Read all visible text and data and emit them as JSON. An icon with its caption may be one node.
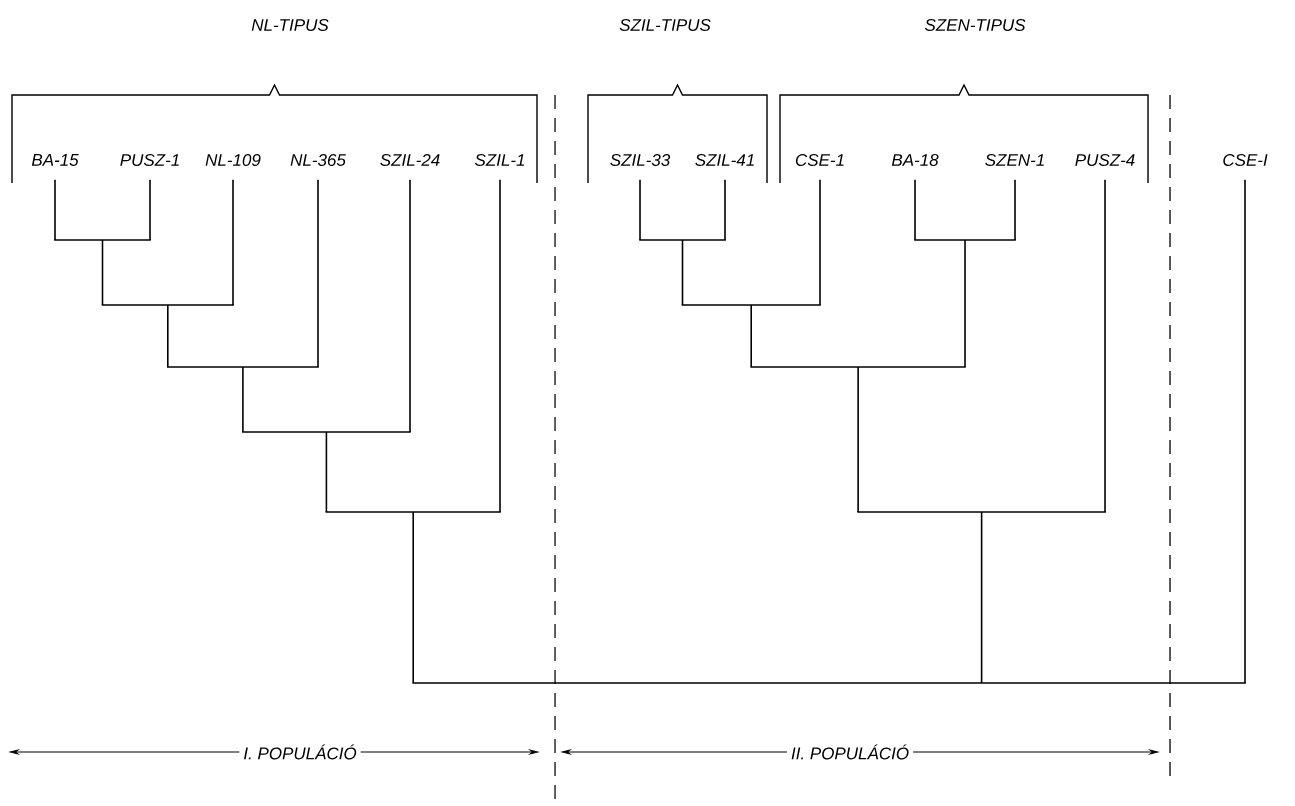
{
  "diagram": {
    "nodes": [
      {
        "text": [
          "BA-15"
        ]
      },
      {
        "text": [
          "PUSZ-1"
        ]
      },
      {
        "text": [
          "NL-109"
        ]
      },
      {
        "text": [
          "NL-365"
        ]
      },
      {
        "text": [
          "SZIL-24"
        ]
      },
      {
        "text": [
          "SZIL-1"
        ]
      },
      {
        "text": [
          "SZIL-33"
        ]
      },
      {
        "text": [
          "SZIL-41"
        ]
      },
      {
        "text": [
          "CSE-1"
        ]
      },
      {
        "text": [
          "BA-18"
        ]
      },
      {
        "text": [
          "SZEN-1"
        ]
      },
      {
        "text": [
          "PUSZ-4"
        ]
      },
      {
        "text": [
          "CSE-I"
        ]
      },
      {
        "text": [],
        "shape": "bar"
      },
      {
        "text": [],
        "shape": "bar"
      },
      {
        "text": [],
        "shape": "bar"
      },
      {
        "text": [],
        "shape": "bar"
      },
      {
        "text": [],
        "shape": "bar"
      },
      {
        "text": [],
        "shape": "bar"
      },
      {
        "text": [],
        "shape": "bar"
      },
      {
        "text": [],
        "shape": "bar"
      },
      {
        "text": [],
        "shape": "bar"
      },
      {
        "text": [],
        "shape": "bar"
      },
      {
        "text": [],
        "shape": "bar"
      }
    ],
    "edges": [
      {
        "from": 0,
        "to": 13,
        "arrow": "none"
      },
      {
        "from": 1,
        "to": 13,
        "arrow": "none"
      },
      {
        "from": 13,
        "to": 14,
        "arrow": "none"
      },
      {
        "from": 2,
        "to": 14,
        "arrow": "none"
      },
      {
        "from": 14,
        "to": 15,
        "arrow": "none"
      },
      {
        "from": 3,
        "to": 15,
        "arrow": "none"
      },
      {
        "from": 15,
        "to": 16,
        "arrow": "none"
      },
      {
        "from": 4,
        "to": 16,
        "arrow": "none"
      },
      {
        "from": 16,
        "to": 17,
        "arrow": "none"
      },
      {
        "from": 5,
        "to": 17,
        "arrow": "none"
      },
      {
        "from": 6,
        "to": 18,
        "arrow": "none"
      },
      {
        "from": 7,
        "to": 18,
        "arrow": "none"
      },
      {
        "from": 9,
        "to": 19,
        "arrow": "none"
      },
      {
        "from": 10,
        "to": 19,
        "arrow": "none"
      },
      {
        "from": 18,
        "to": 20,
        "arrow": "none"
      },
      {
        "from": 8,
        "to": 20,
        "arrow": "none"
      },
      {
        "from": 20,
        "to": 21,
        "arrow": "none"
      },
      {
        "from": 19,
        "to": 21,
        "arrow": "none"
      },
      {
        "from": 21,
        "to": 22,
        "arrow": "none"
      },
      {
        "from": 11,
        "to": 22,
        "arrow": "none"
      },
      {
        "from": 17,
        "to": 23,
        "arrow": "none"
      },
      {
        "from": 22,
        "to": 23,
        "arrow": "none"
      },
      {
        "from": 12,
        "to": 23,
        "arrow": "none"
      }
    ],
    "labels": [
      "NL-TIPUS",
      "SZIL-TIPUS",
      "SZEN-TIPUS",
      "I. POPULÁCIÓ",
      "II. POPULÁCIÓ"
    ]
  }
}
